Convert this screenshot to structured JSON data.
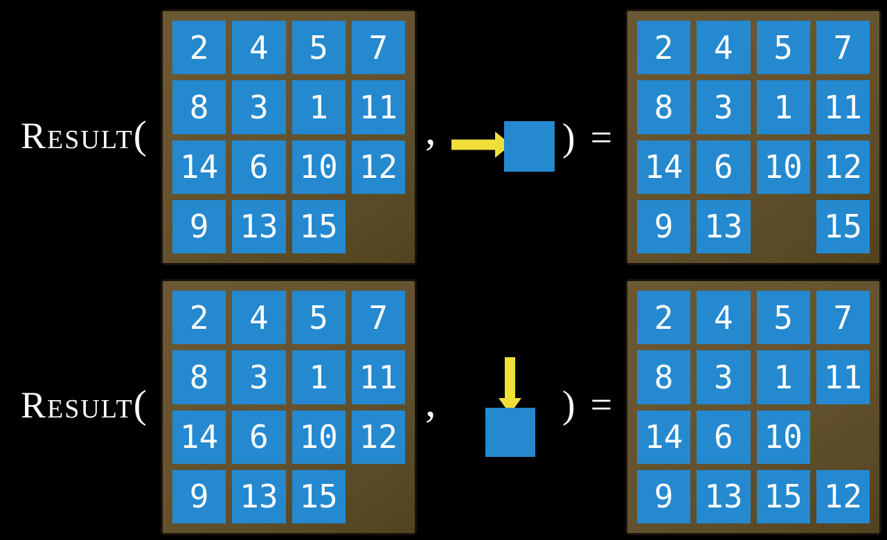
{
  "figure": {
    "description": "Two examples of the RESULT function applied to 15-puzzle states",
    "colors": {
      "blue": "#2589d0",
      "brown": "#64522f",
      "yellow": "#f0df3b",
      "white": "#ffffff",
      "bg": "#000000"
    },
    "rows": [
      {
        "function_name": "Result",
        "open_paren": "(",
        "comma": ",",
        "close_paren_equals": ") =",
        "move": {
          "direction": "right",
          "icon": "arrow-right-into-tile"
        },
        "input_board": {
          "cells": [
            [
              2,
              4,
              5,
              7
            ],
            [
              8,
              3,
              1,
              11
            ],
            [
              14,
              6,
              10,
              12
            ],
            [
              9,
              13,
              15,
              null
            ]
          ]
        },
        "output_board": {
          "cells": [
            [
              2,
              4,
              5,
              7
            ],
            [
              8,
              3,
              1,
              11
            ],
            [
              14,
              6,
              10,
              12
            ],
            [
              9,
              13,
              null,
              15
            ]
          ]
        }
      },
      {
        "function_name": "Result",
        "open_paren": "(",
        "comma": ",",
        "close_paren_equals": ") =",
        "move": {
          "direction": "down",
          "icon": "arrow-down-into-tile"
        },
        "input_board": {
          "cells": [
            [
              2,
              4,
              5,
              7
            ],
            [
              8,
              3,
              1,
              11
            ],
            [
              14,
              6,
              10,
              12
            ],
            [
              9,
              13,
              15,
              null
            ]
          ]
        },
        "output_board": {
          "cells": [
            [
              2,
              4,
              5,
              7
            ],
            [
              8,
              3,
              1,
              11
            ],
            [
              14,
              6,
              10,
              null
            ],
            [
              9,
              13,
              15,
              12
            ]
          ]
        }
      }
    ]
  }
}
